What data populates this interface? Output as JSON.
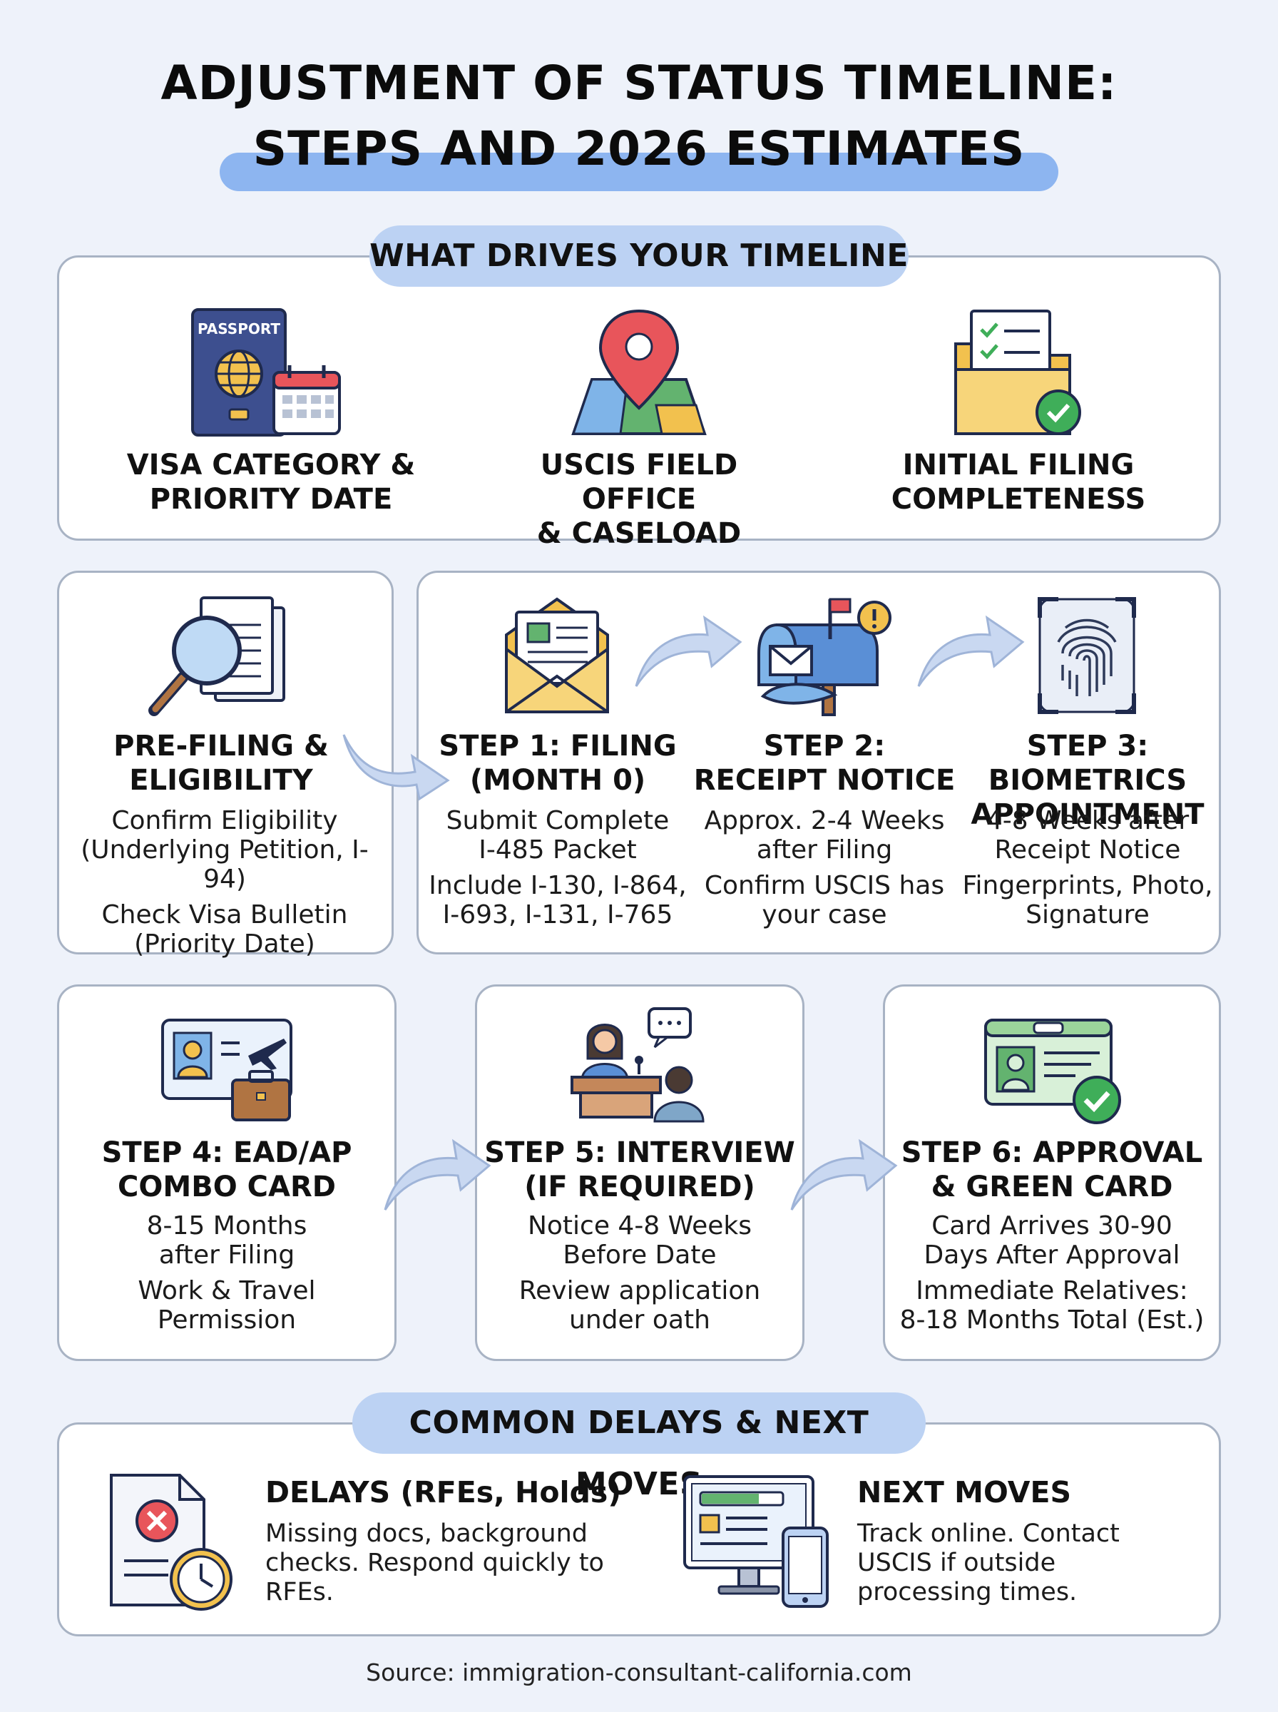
{
  "title": {
    "line1": "ADJUSTMENT OF STATUS TIMELINE:",
    "line2": "STEPS AND 2026 ESTIMATES"
  },
  "drivers": {
    "heading": "WHAT DRIVES YOUR TIMELINE",
    "passport_label": "PASSPORT",
    "items": [
      {
        "line1": "VISA CATEGORY &",
        "line2": "PRIORITY DATE",
        "icon": "passport-calendar-icon"
      },
      {
        "line1": "USCIS FIELD OFFICE",
        "line2": "& CASELOAD",
        "icon": "map-pin-icon"
      },
      {
        "line1": "INITIAL FILING",
        "line2": "COMPLETENESS",
        "icon": "folder-checklist-icon"
      }
    ]
  },
  "steps": [
    {
      "title1": "PRE-FILING &",
      "title2": "ELIGIBILITY",
      "d1a": "Confirm Eligibility",
      "d1b": "(Underlying Petition, I-94)",
      "d2a": "Check Visa Bulletin",
      "d2b": "(Priority Date)",
      "icon": "magnifier-document-icon"
    },
    {
      "title1": "STEP 1: FILING",
      "title2": "(MONTH 0)",
      "d1a": "Submit Complete",
      "d1b": "I-485 Packet",
      "d2a": "Include I-130, I-864,",
      "d2b": "I-693, I-131, I-765",
      "icon": "envelope-icon"
    },
    {
      "title1": "STEP 2:",
      "title2": "RECEIPT NOTICE",
      "d1a": "Approx. 2-4 Weeks",
      "d1b": "after Filing",
      "d2a": "Confirm USCIS has",
      "d2b": "your case",
      "icon": "mailbox-icon"
    },
    {
      "title1": "STEP 3: BIOMETRICS",
      "title2": "APPOINTMENT",
      "d1a": "4-8 Weeks after",
      "d1b": "Receipt Notice",
      "d2a": "Fingerprints, Photo,",
      "d2b": "Signature",
      "icon": "fingerprint-icon"
    },
    {
      "title1": "STEP 4: EAD/AP",
      "title2": "COMBO CARD",
      "d1a": "8-15 Months",
      "d1b": "after Filing",
      "d2a": "Work & Travel",
      "d2b": "Permission",
      "icon": "id-card-briefcase-icon"
    },
    {
      "title1": "STEP 5: INTERVIEW",
      "title2": "(IF REQUIRED)",
      "d1a": "Notice 4-8 Weeks",
      "d1b": "Before Date",
      "d2a": "Review application",
      "d2b": "under oath",
      "icon": "interview-icon"
    },
    {
      "title1": "STEP 6: APPROVAL",
      "title2": "& GREEN CARD",
      "d1a": "Card Arrives 30-90",
      "d1b": "Days After Approval",
      "d2a": "Immediate Relatives:",
      "d2b": "8-18 Months Total (Est.)",
      "icon": "green-card-icon"
    }
  ],
  "bottom": {
    "heading": "COMMON DELAYS & NEXT MOVES",
    "delays": {
      "title": "DELAYS (RFEs, Holds)",
      "l1": "Missing docs, background",
      "l2": "checks. Respond quickly to",
      "l3": "RFEs.",
      "icon": "document-error-clock-icon"
    },
    "next": {
      "title": "NEXT MOVES",
      "l1": "Track online. Contact",
      "l2": "USCIS if outside",
      "l3": "processing times.",
      "icon": "computer-phone-icon"
    }
  },
  "source": "Source: immigration-consultant-california.com",
  "colors": {
    "accent_blue": "#8db5f0",
    "pill_blue": "#bcd2f3",
    "arrow_blue": "#c9d8f1",
    "green": "#3fae59",
    "red_pin": "#e8555b"
  }
}
